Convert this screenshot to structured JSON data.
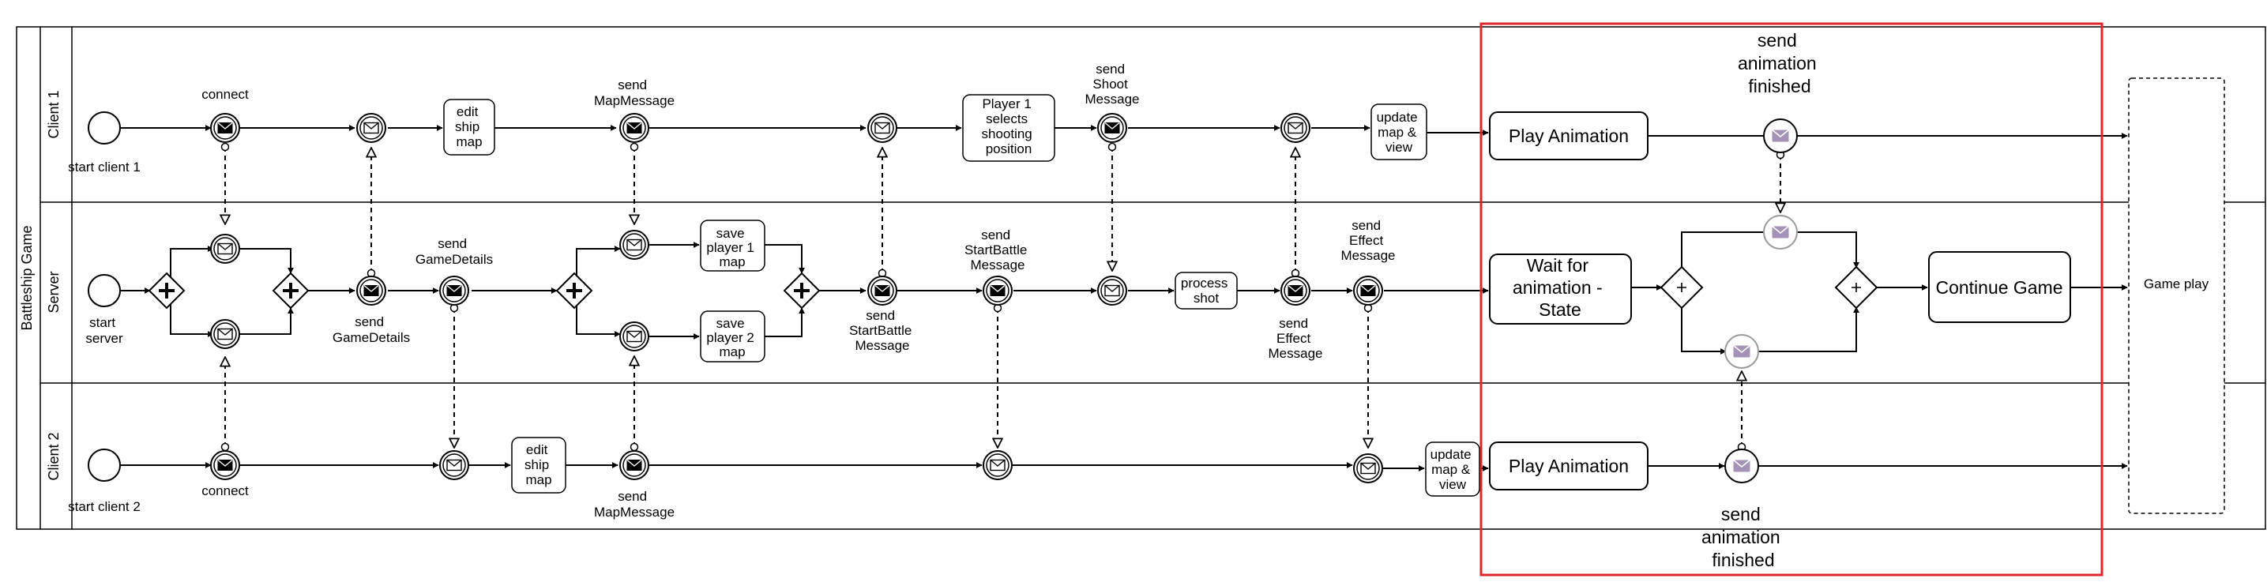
{
  "pool": {
    "title": "Battleship Game"
  },
  "lanes": {
    "client1": "Client 1",
    "server": "Server",
    "client2": "Client 2"
  },
  "events": {
    "start_client_1": "start client 1",
    "start_server": [
      "start",
      "server"
    ],
    "start_client_2": "start client 2",
    "connect_c1": "connect",
    "connect_c2": "connect",
    "send_gamedetails_bottom": [
      "send",
      "GameDetails"
    ],
    "send_gamedetails_top": [
      "send",
      "GameDetails"
    ],
    "send_mapmessage_c1": [
      "send",
      "MapMessage"
    ],
    "send_mapmessage_c2": [
      "send",
      "MapMessage"
    ],
    "send_startbattle_bottom": [
      "send",
      "StartBattle",
      "Message"
    ],
    "send_startbattle_top": [
      "send",
      "StartBattle",
      "Message"
    ],
    "send_shoot_message": [
      "send",
      "Shoot",
      "Message"
    ],
    "send_effect_message_bottom": [
      "send",
      "Effect",
      "Message"
    ],
    "send_effect_message_top": [
      "send",
      "Effect",
      "Message"
    ],
    "send_animation_finished_c1": [
      "send",
      "animation",
      "finished"
    ],
    "send_animation_finished_c2": [
      "send",
      "animation",
      "finished"
    ]
  },
  "tasks": {
    "edit_ship_map_c1": [
      "edit",
      "ship",
      "map"
    ],
    "edit_ship_map_c2": [
      "edit",
      "ship",
      "map"
    ],
    "save_player_1_map": [
      "save",
      "player 1",
      "map"
    ],
    "save_player_2_map": [
      "save",
      "player 2",
      "map"
    ],
    "player1_selects_position": [
      "Player 1",
      "selects",
      "shooting",
      "position"
    ],
    "process_shot": [
      "process",
      "shot"
    ],
    "update_map_view_c1": [
      "update",
      "map &",
      "view"
    ],
    "update_map_view_c2": [
      "update",
      "map &",
      "view"
    ],
    "play_animation_c1": "Play Animation",
    "play_animation_c2": "Play Animation",
    "wait_for_animation": [
      "Wait for",
      "animation -",
      "State"
    ],
    "continue_game": "Continue Game",
    "game_play": "Game play"
  },
  "colors": {
    "highlight": "#e0262b",
    "line": "#000000",
    "faded_envelope": "#a694b8",
    "faded_stroke": "#9a9a9a"
  }
}
